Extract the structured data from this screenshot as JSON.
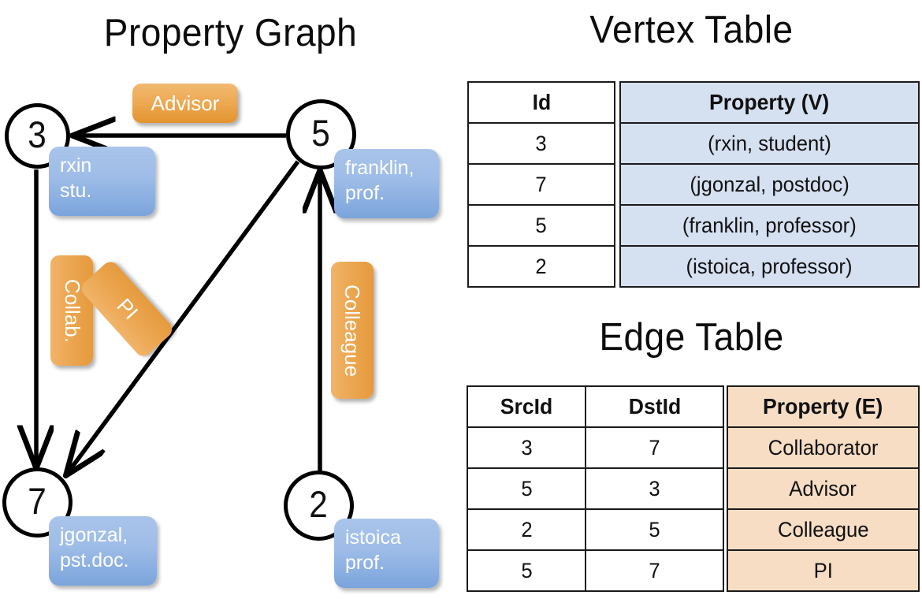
{
  "titles": {
    "property_graph": "Property Graph",
    "vertex_table": "Vertex Table",
    "edge_table": "Edge Table"
  },
  "graph": {
    "vertices": [
      {
        "id": "3",
        "property_lines": [
          "rxin",
          "stu."
        ]
      },
      {
        "id": "5",
        "property_lines": [
          "franklin,",
          "prof."
        ]
      },
      {
        "id": "7",
        "property_lines": [
          "jgonzal,",
          "pst.doc."
        ]
      },
      {
        "id": "2",
        "property_lines": [
          "istoica",
          "prof."
        ]
      }
    ],
    "edge_labels": [
      {
        "name": "advisor",
        "text": "Advisor"
      },
      {
        "name": "collab",
        "text": "Collab."
      },
      {
        "name": "pi",
        "text": "PI"
      },
      {
        "name": "colleague",
        "text": "Colleague"
      }
    ]
  },
  "vertex_table": {
    "headers": [
      "Id",
      "Property (V)"
    ],
    "rows": [
      {
        "id": "3",
        "property": "(rxin, student)"
      },
      {
        "id": "7",
        "property": "(jgonzal, postdoc)"
      },
      {
        "id": "5",
        "property": "(franklin, professor)"
      },
      {
        "id": "2",
        "property": "(istoica, professor)"
      }
    ]
  },
  "edge_table": {
    "headers": [
      "SrcId",
      "DstId",
      "Property (E)"
    ],
    "rows": [
      {
        "src": "3",
        "dst": "7",
        "property": "Collaborator"
      },
      {
        "src": "5",
        "dst": "3",
        "property": "Advisor"
      },
      {
        "src": "2",
        "dst": "5",
        "property": "Colleague"
      },
      {
        "src": "5",
        "dst": "7",
        "property": "PI"
      }
    ]
  },
  "colors": {
    "vertex_property_blue": "#9dbce7",
    "edge_label_orange": "#eca752",
    "table_blue": "#d5e0f1",
    "table_peach": "#f6ddc4",
    "stroke": "#000000"
  }
}
